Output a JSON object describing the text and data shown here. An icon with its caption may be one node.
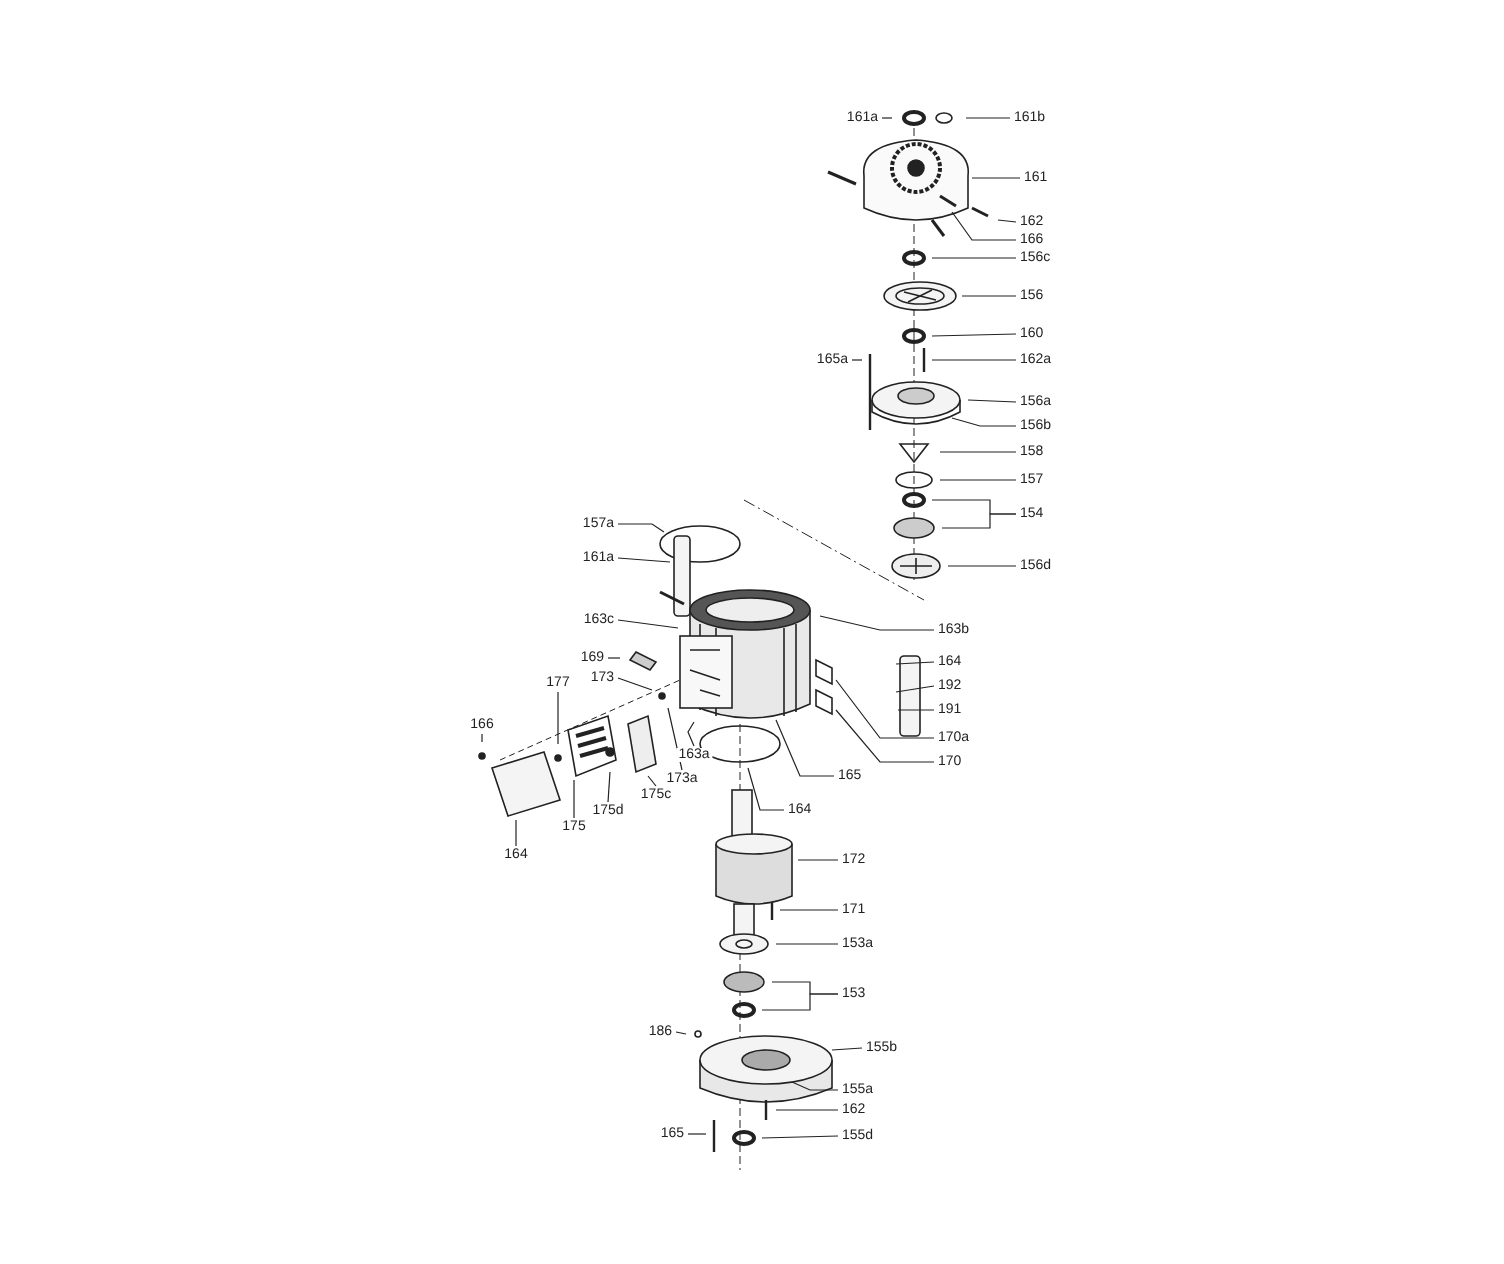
{
  "diagram": {
    "nodes": [
      {
        "text": [
          "161a"
        ]
      },
      {
        "text": [
          "161b"
        ]
      },
      {
        "text": [
          "161"
        ]
      },
      {
        "text": [
          "162"
        ]
      },
      {
        "text": [
          "166"
        ]
      },
      {
        "text": [
          "156c"
        ]
      },
      {
        "text": [
          "156"
        ]
      },
      {
        "text": [
          "160"
        ]
      },
      {
        "text": [
          "165a"
        ]
      },
      {
        "text": [
          "162a"
        ]
      },
      {
        "text": [
          "156a"
        ]
      },
      {
        "text": [
          "156b"
        ]
      },
      {
        "text": [
          "158"
        ]
      },
      {
        "text": [
          "157"
        ]
      },
      {
        "text": [
          "154"
        ]
      },
      {
        "text": [
          "156d"
        ]
      },
      {
        "text": [
          "157a"
        ]
      },
      {
        "text": [
          "161a"
        ]
      },
      {
        "text": [
          "163c"
        ]
      },
      {
        "text": [
          "169"
        ]
      },
      {
        "text": [
          "173"
        ]
      },
      {
        "text": [
          "163b"
        ]
      },
      {
        "text": [
          "164"
        ]
      },
      {
        "text": [
          "192"
        ]
      },
      {
        "text": [
          "191"
        ]
      },
      {
        "text": [
          "170a"
        ]
      },
      {
        "text": [
          "170"
        ]
      },
      {
        "text": [
          "165"
        ]
      },
      {
        "text": [
          "163a"
        ]
      },
      {
        "text": [
          "173a"
        ]
      },
      {
        "text": [
          "164"
        ]
      },
      {
        "text": [
          "177"
        ]
      },
      {
        "text": [
          "166"
        ]
      },
      {
        "text": [
          "175"
        ]
      },
      {
        "text": [
          "175d"
        ]
      },
      {
        "text": [
          "175c"
        ]
      },
      {
        "text": [
          "164"
        ]
      },
      {
        "text": [
          "172"
        ]
      },
      {
        "text": [
          "171"
        ]
      },
      {
        "text": [
          "153a"
        ]
      },
      {
        "text": [
          "153"
        ]
      },
      {
        "text": [
          "186"
        ]
      },
      {
        "text": [
          "155b"
        ]
      },
      {
        "text": [
          "155a"
        ]
      },
      {
        "text": [
          "162"
        ]
      },
      {
        "text": [
          "165"
        ]
      },
      {
        "text": [
          "155d"
        ]
      }
    ],
    "edges": [
      {
        "from": 0,
        "to": null,
        "arrow": "none"
      },
      {
        "from": 1,
        "to": null,
        "arrow": "none"
      },
      {
        "from": 2,
        "to": null,
        "arrow": "none"
      },
      {
        "from": 3,
        "to": null,
        "arrow": "none"
      },
      {
        "from": 4,
        "to": null,
        "arrow": "none"
      },
      {
        "from": 5,
        "to": null,
        "arrow": "none"
      },
      {
        "from": 6,
        "to": null,
        "arrow": "none"
      },
      {
        "from": 7,
        "to": null,
        "arrow": "none"
      },
      {
        "from": 8,
        "to": null,
        "arrow": "none"
      },
      {
        "from": 9,
        "to": null,
        "arrow": "none"
      },
      {
        "from": 10,
        "to": null,
        "arrow": "none"
      },
      {
        "from": 11,
        "to": null,
        "arrow": "none"
      },
      {
        "from": 12,
        "to": null,
        "arrow": "none"
      },
      {
        "from": 13,
        "to": null,
        "arrow": "none"
      },
      {
        "from": 14,
        "to": null,
        "arrow": "none"
      },
      {
        "from": 14,
        "to": null,
        "arrow": "none"
      },
      {
        "from": 15,
        "to": null,
        "arrow": "none"
      },
      {
        "from": 16,
        "to": null,
        "arrow": "none"
      },
      {
        "from": 17,
        "to": null,
        "arrow": "none"
      },
      {
        "from": 18,
        "to": null,
        "arrow": "none"
      },
      {
        "from": 19,
        "to": null,
        "arrow": "none"
      },
      {
        "from": 20,
        "to": null,
        "arrow": "none"
      },
      {
        "from": 21,
        "to": null,
        "arrow": "none"
      },
      {
        "from": 22,
        "to": null,
        "arrow": "none"
      },
      {
        "from": 23,
        "to": null,
        "arrow": "none"
      },
      {
        "from": 24,
        "to": null,
        "arrow": "none"
      },
      {
        "from": 25,
        "to": null,
        "arrow": "none"
      },
      {
        "from": 26,
        "to": null,
        "arrow": "none"
      },
      {
        "from": 27,
        "to": null,
        "arrow": "none"
      },
      {
        "from": 28,
        "to": null,
        "arrow": "none"
      },
      {
        "from": 29,
        "to": null,
        "arrow": "none"
      },
      {
        "from": 30,
        "to": null,
        "arrow": "none"
      },
      {
        "from": 31,
        "to": null,
        "arrow": "none"
      },
      {
        "from": 32,
        "to": null,
        "arrow": "none"
      },
      {
        "from": 33,
        "to": null,
        "arrow": "none"
      },
      {
        "from": 34,
        "to": null,
        "arrow": "none"
      },
      {
        "from": 35,
        "to": null,
        "arrow": "none"
      },
      {
        "from": 36,
        "to": null,
        "arrow": "none"
      },
      {
        "from": 37,
        "to": null,
        "arrow": "none"
      },
      {
        "from": 38,
        "to": null,
        "arrow": "none"
      },
      {
        "from": 39,
        "to": null,
        "arrow": "none"
      },
      {
        "from": 40,
        "to": null,
        "arrow": "none"
      },
      {
        "from": 40,
        "to": null,
        "arrow": "none"
      },
      {
        "from": 41,
        "to": null,
        "arrow": "none"
      },
      {
        "from": 42,
        "to": null,
        "arrow": "none"
      },
      {
        "from": 43,
        "to": null,
        "arrow": "none"
      },
      {
        "from": 44,
        "to": null,
        "arrow": "none"
      },
      {
        "from": 45,
        "to": null,
        "arrow": "none"
      },
      {
        "from": 46,
        "to": null,
        "arrow": "none"
      }
    ]
  }
}
